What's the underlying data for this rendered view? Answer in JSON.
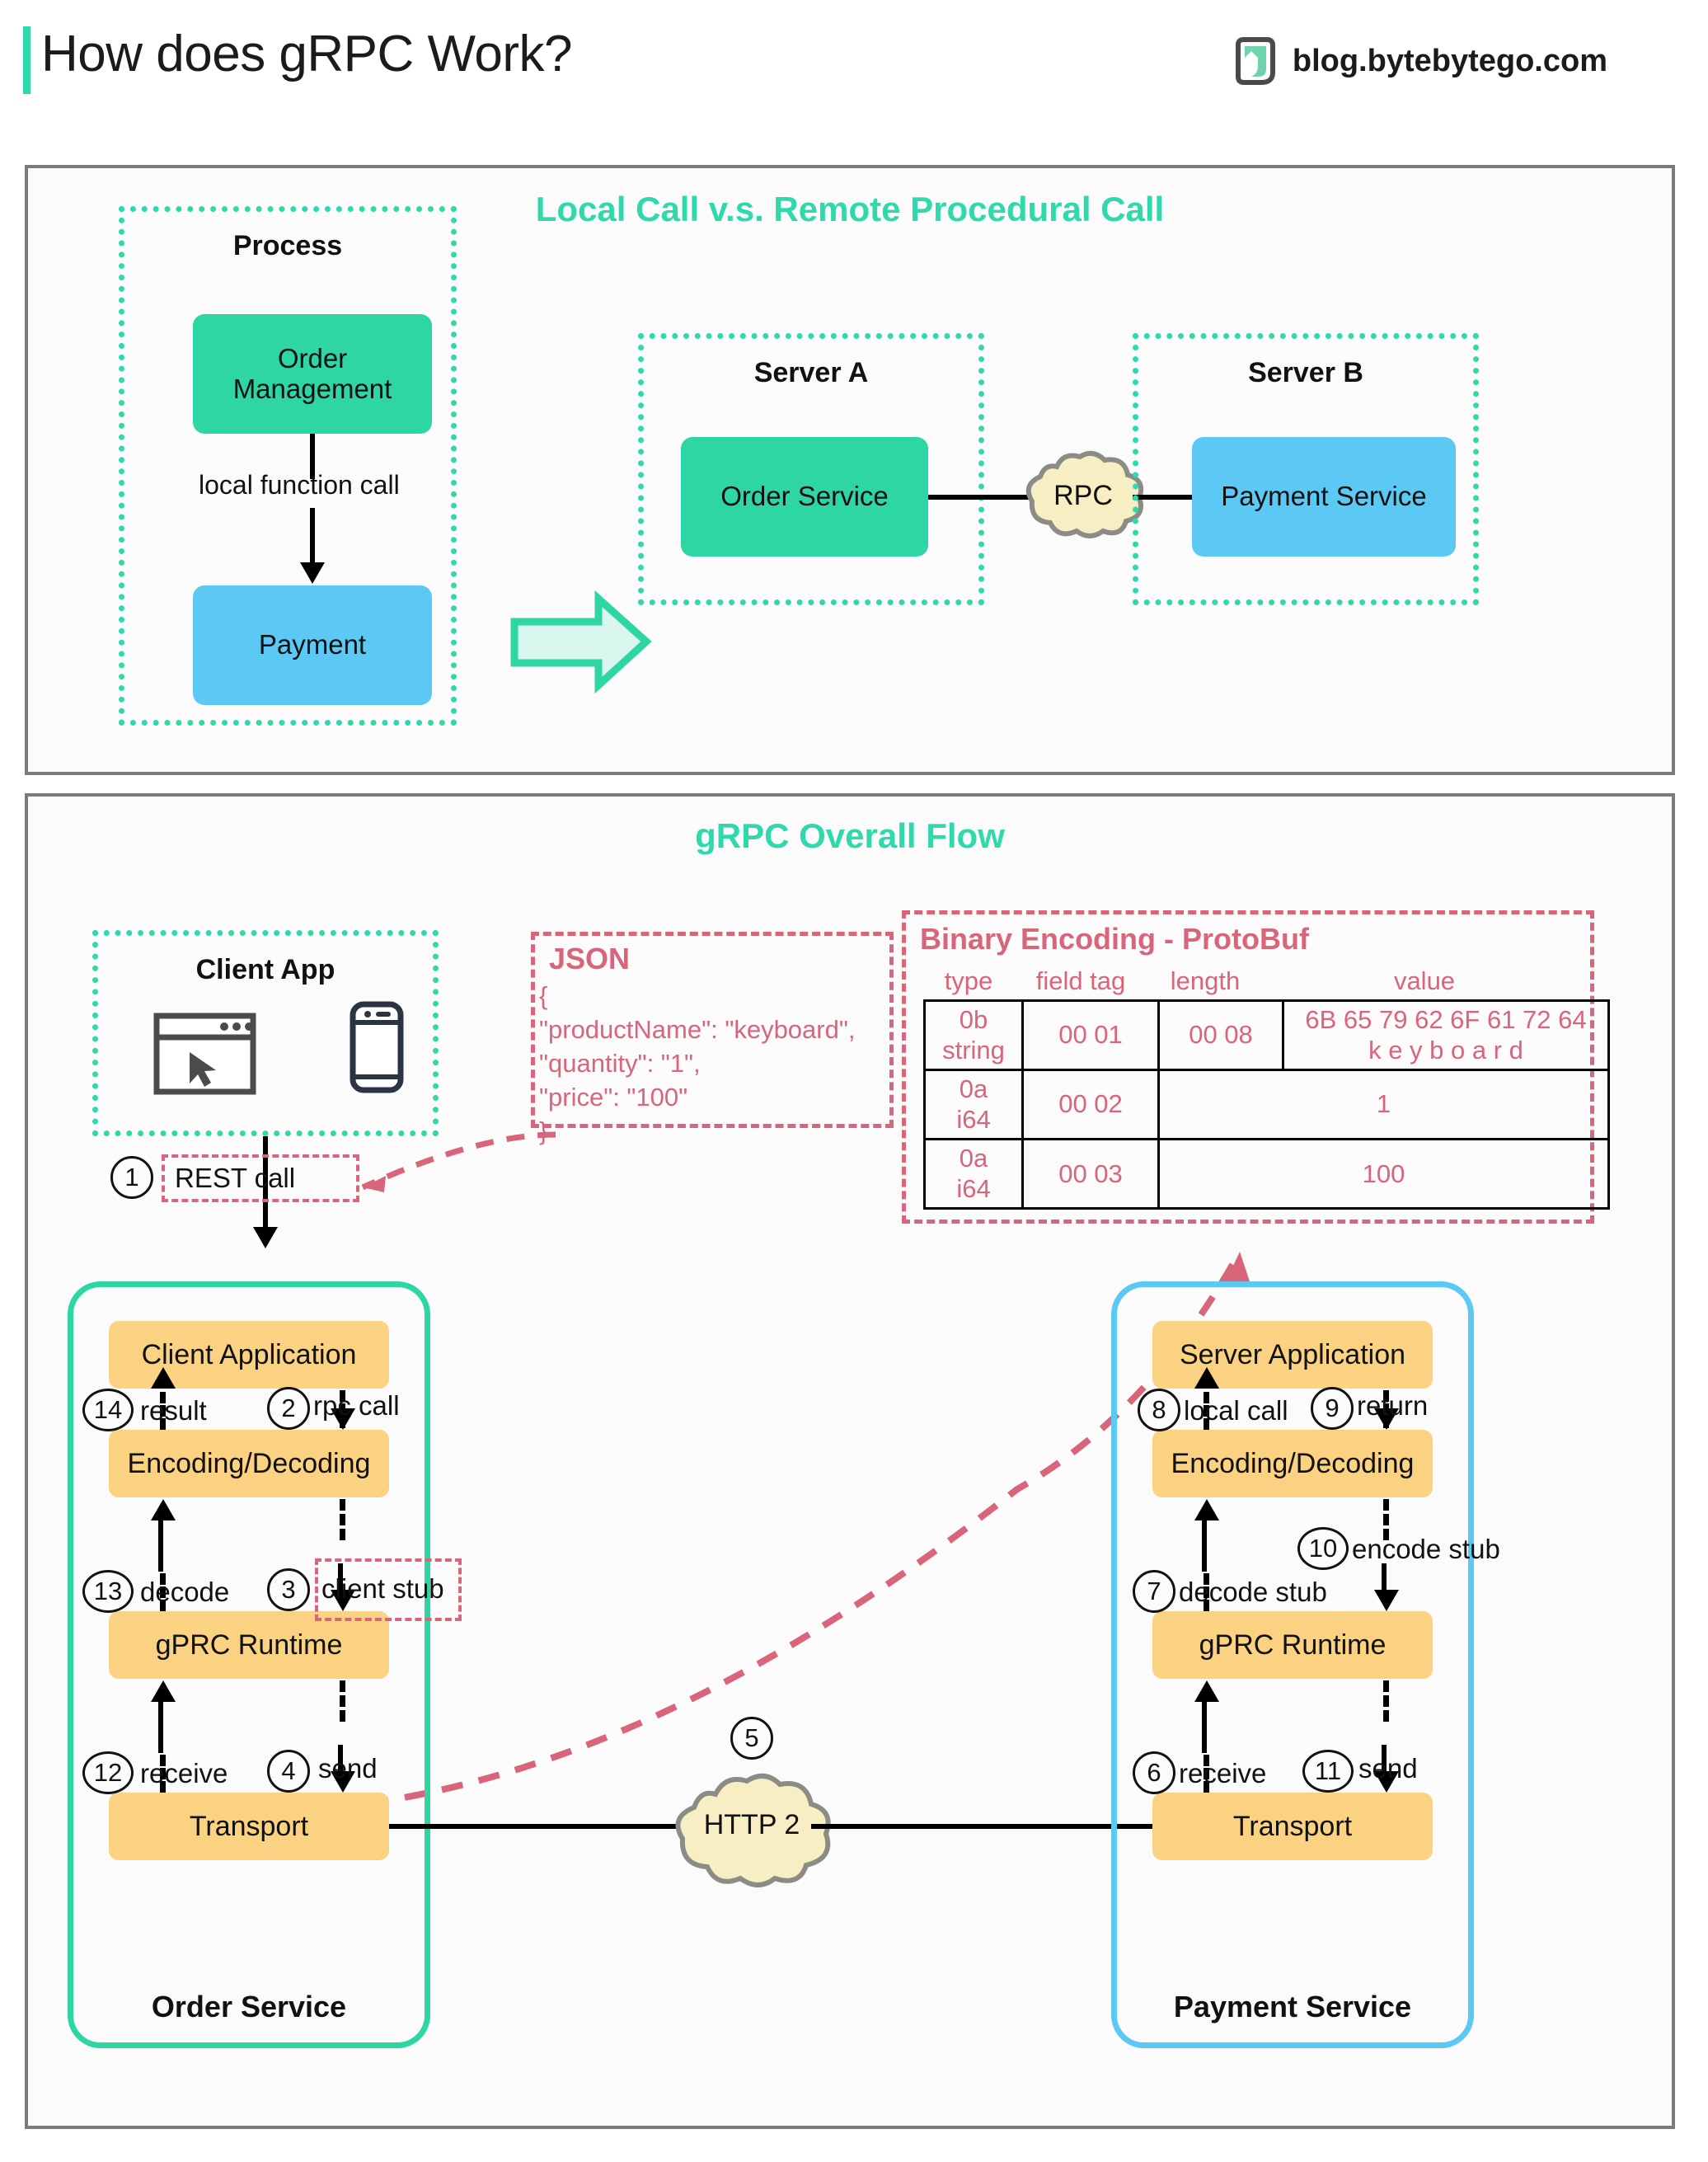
{
  "header": {
    "title": "How does gRPC Work?",
    "brand_text": "blog.bytebytego.com",
    "logo_icon": "bytebytego-logo-icon",
    "accent_color": "#2fd9ab"
  },
  "panel_top": {
    "title": "Local Call v.s. Remote Procedural Call",
    "process_group": {
      "label": "Process",
      "nodes": [
        {
          "label": "Order\nManagement",
          "color": "#2dd6a3"
        },
        {
          "label": "Payment",
          "color": "#5cc8f4"
        }
      ],
      "edge_label": "local function call"
    },
    "transition_arrow_icon": "block-arrow-right-icon",
    "server_a": {
      "label": "Server A",
      "node": {
        "label": "Order Service",
        "color": "#2dd6a3"
      }
    },
    "server_b": {
      "label": "Server B",
      "node": {
        "label": "Payment Service",
        "color": "#5cc8f4"
      }
    },
    "rpc_cloud": "RPC"
  },
  "panel_bottom": {
    "title": "gRPC Overall Flow",
    "client_app": {
      "label": "Client App",
      "icons": [
        "browser-window-icon",
        "mobile-phone-icon"
      ]
    },
    "rest_call": {
      "step": "1",
      "label": "REST call"
    },
    "json_box": {
      "title": "JSON",
      "lines": [
        "{",
        "  \"productName\": \"keyboard\",",
        "  \"quantity\": \"1\",",
        "  \"price\": \"100\"",
        "}"
      ]
    },
    "protobuf_box": {
      "title": "Binary Encoding - ProtoBuf",
      "headers": [
        "type",
        "field tag",
        "length",
        "value"
      ],
      "rows": [
        {
          "type": "0b\nstring",
          "field_tag": "00 01",
          "length": "00 08",
          "value_hex": "6B 65 79 62 6F 61 72 64",
          "value_ascii": "k  e  y  b  o  a  r  d"
        },
        {
          "type": "0a\ni64",
          "field_tag": "00 02",
          "value": "1"
        },
        {
          "type": "0a\ni64",
          "field_tag": "00 03",
          "value": "100"
        }
      ]
    },
    "client_service": {
      "label": "Order Service",
      "border_color": "#2dd6a3",
      "nodes": [
        "Client Application",
        "Encoding/Decoding",
        "gPRC Runtime",
        "Transport"
      ],
      "steps_up": [
        {
          "step": "14",
          "label": "result"
        },
        {
          "step": "13",
          "label": "decode"
        },
        {
          "step": "12",
          "label": "receive"
        }
      ],
      "steps_down": [
        {
          "step": "2",
          "label": "rpc call"
        },
        {
          "step": "3",
          "label": "client stub"
        },
        {
          "step": "4",
          "label": "send"
        }
      ]
    },
    "server_service": {
      "label": "Payment Service",
      "border_color": "#5cc8f4",
      "nodes": [
        "Server Application",
        "Encoding/Decoding",
        "gPRC Runtime",
        "Transport"
      ],
      "steps_up": [
        {
          "step": "8",
          "label": "local call"
        },
        {
          "step": "7",
          "label": "decode stub"
        },
        {
          "step": "6",
          "label": "receive"
        }
      ],
      "steps_down": [
        {
          "step": "9",
          "label": "return"
        },
        {
          "step": "10",
          "label": "encode stub"
        },
        {
          "step": "11",
          "label": "send"
        }
      ]
    },
    "transport_cloud": {
      "step": "5",
      "label": "HTTP 2"
    }
  }
}
